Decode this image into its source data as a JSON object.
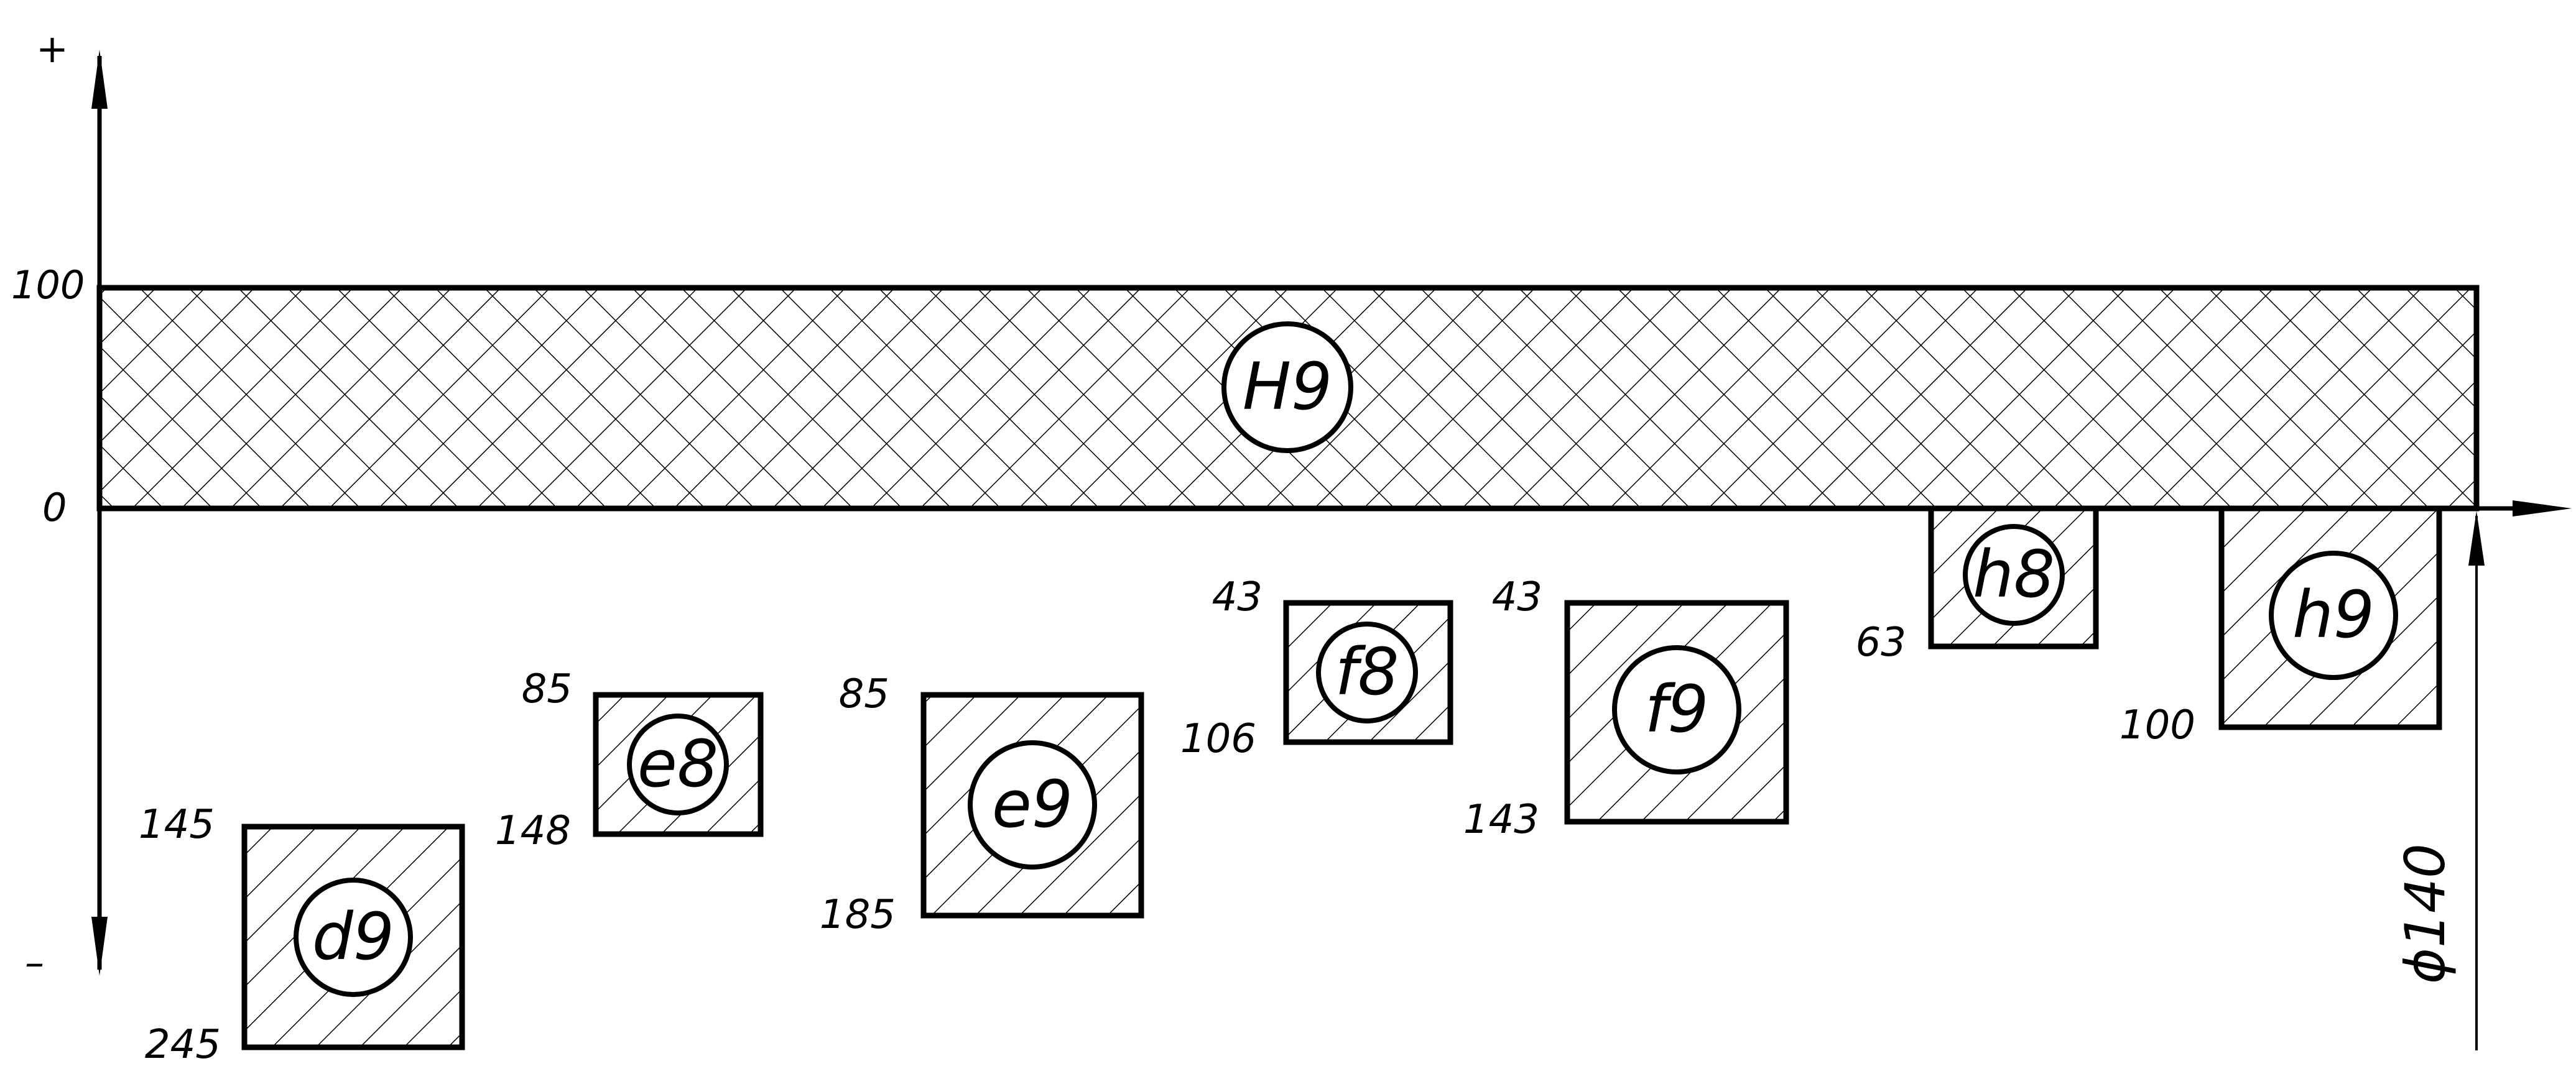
{
  "axis": {
    "plus": "+",
    "minus": "–",
    "tick_100": "100",
    "tick_0": "0"
  },
  "nominal_size": "ϕ140",
  "hole_zone": {
    "label": "H9",
    "upper": 100,
    "lower": 0
  },
  "shaft_zones": [
    {
      "label": "d9",
      "upper": "145",
      "lower": "245",
      "upper_dev": -145,
      "lower_dev": -245
    },
    {
      "label": "e8",
      "upper": "85",
      "lower": "148",
      "upper_dev": -85,
      "lower_dev": -148
    },
    {
      "label": "e9",
      "upper": "85",
      "lower": "185",
      "upper_dev": -85,
      "lower_dev": -185
    },
    {
      "label": "f8",
      "upper": "43",
      "lower": "106",
      "upper_dev": -43,
      "lower_dev": -106
    },
    {
      "label": "f9",
      "upper": "43",
      "lower": "143",
      "upper_dev": -43,
      "lower_dev": -143
    },
    {
      "label": "h8",
      "upper": "",
      "lower": "63",
      "upper_dev": 0,
      "lower_dev": -63
    },
    {
      "label": "h9",
      "upper": "",
      "lower": "100",
      "upper_dev": 0,
      "lower_dev": -100
    }
  ],
  "colors": {
    "line": "#000000",
    "background": "#ffffff"
  }
}
